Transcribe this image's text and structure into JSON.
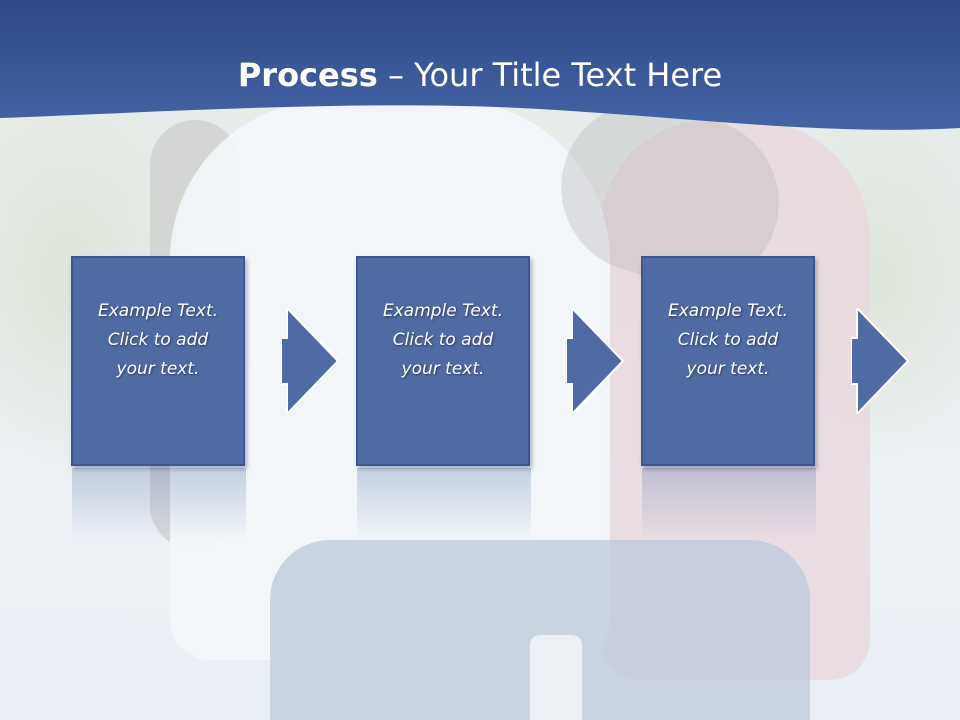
{
  "slide": {
    "title": {
      "bold": "Process",
      "rest": " – Your Title Text Here"
    },
    "steps": [
      {
        "line1": "Example Text.",
        "line2": "Click  to add",
        "line3": "your text."
      },
      {
        "line1": "Example Text.",
        "line2": "Click  to add",
        "line3": "your text."
      },
      {
        "line1": "Example Text.",
        "line2": "Click  to add",
        "line3": "your text."
      }
    ]
  },
  "colors": {
    "title_band": "#3c5b9a",
    "box_fill": "#4f6ba3",
    "box_border": "#3c578e",
    "text": "#ffffff"
  },
  "icons": {
    "connector": "right-arrow-icon"
  }
}
